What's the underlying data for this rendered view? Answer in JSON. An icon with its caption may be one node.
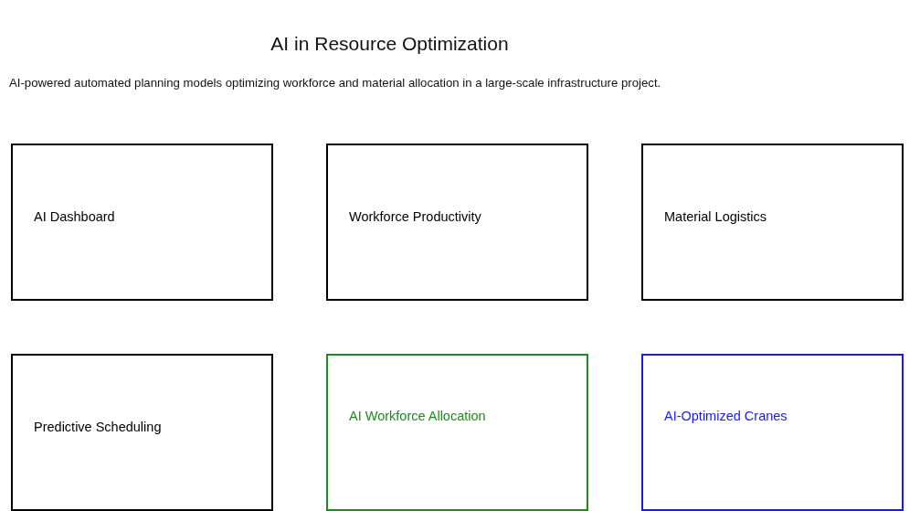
{
  "diagram": {
    "title": "AI in Resource Optimization",
    "caption": "AI-powered automated planning models optimizing workforce and material allocation in a large-scale infrastructure project.",
    "nodes": [
      {
        "text": [
          "AI Dashboard"
        ]
      },
      {
        "text": [
          "Workforce Productivity"
        ]
      },
      {
        "text": [
          "Material Logistics"
        ]
      },
      {
        "text": [
          "Predictive Scheduling"
        ]
      },
      {
        "text": [
          "AI Workforce Allocation"
        ]
      },
      {
        "text": [
          "AI-Optimized Cranes"
        ]
      }
    ]
  }
}
